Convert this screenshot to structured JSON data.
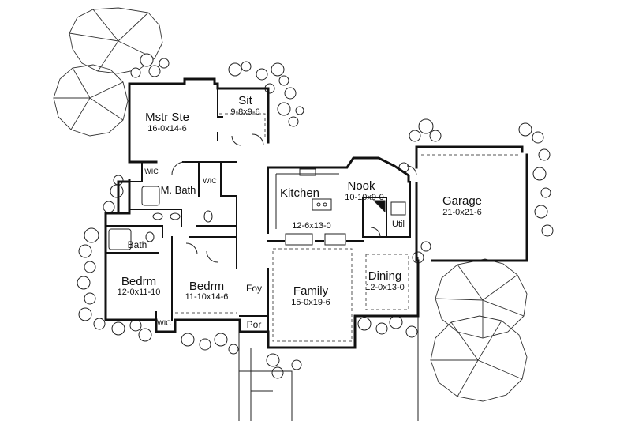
{
  "plan": {
    "rooms": {
      "mstr_ste": {
        "name": "Mstr Ste",
        "dim": "16-0x14-6"
      },
      "sit": {
        "name": "Sit",
        "dim": "9-8x9-6"
      },
      "m_bath": {
        "name": "M. Bath"
      },
      "wic_1": {
        "name": "WIC"
      },
      "wic_2": {
        "name": "WIC"
      },
      "wic_3": {
        "name": "WIC"
      },
      "kitchen": {
        "name": "Kitchen",
        "dim": "12-6x13-0"
      },
      "nook": {
        "name": "Nook",
        "dim": "10-10x9-0"
      },
      "garage": {
        "name": "Garage",
        "dim": "21-0x21-6"
      },
      "util": {
        "name": "Util"
      },
      "bath": {
        "name": "Bath"
      },
      "bedrm_1": {
        "name": "Bedrm",
        "dim": "12-0x11-10"
      },
      "bedrm_2": {
        "name": "Bedrm",
        "dim": "11-10x14-6"
      },
      "foy": {
        "name": "Foy"
      },
      "family": {
        "name": "Family",
        "dim": "15-0x19-6"
      },
      "dining": {
        "name": "Dining",
        "dim": "12-0x13-0"
      },
      "por": {
        "name": "Por"
      }
    }
  }
}
